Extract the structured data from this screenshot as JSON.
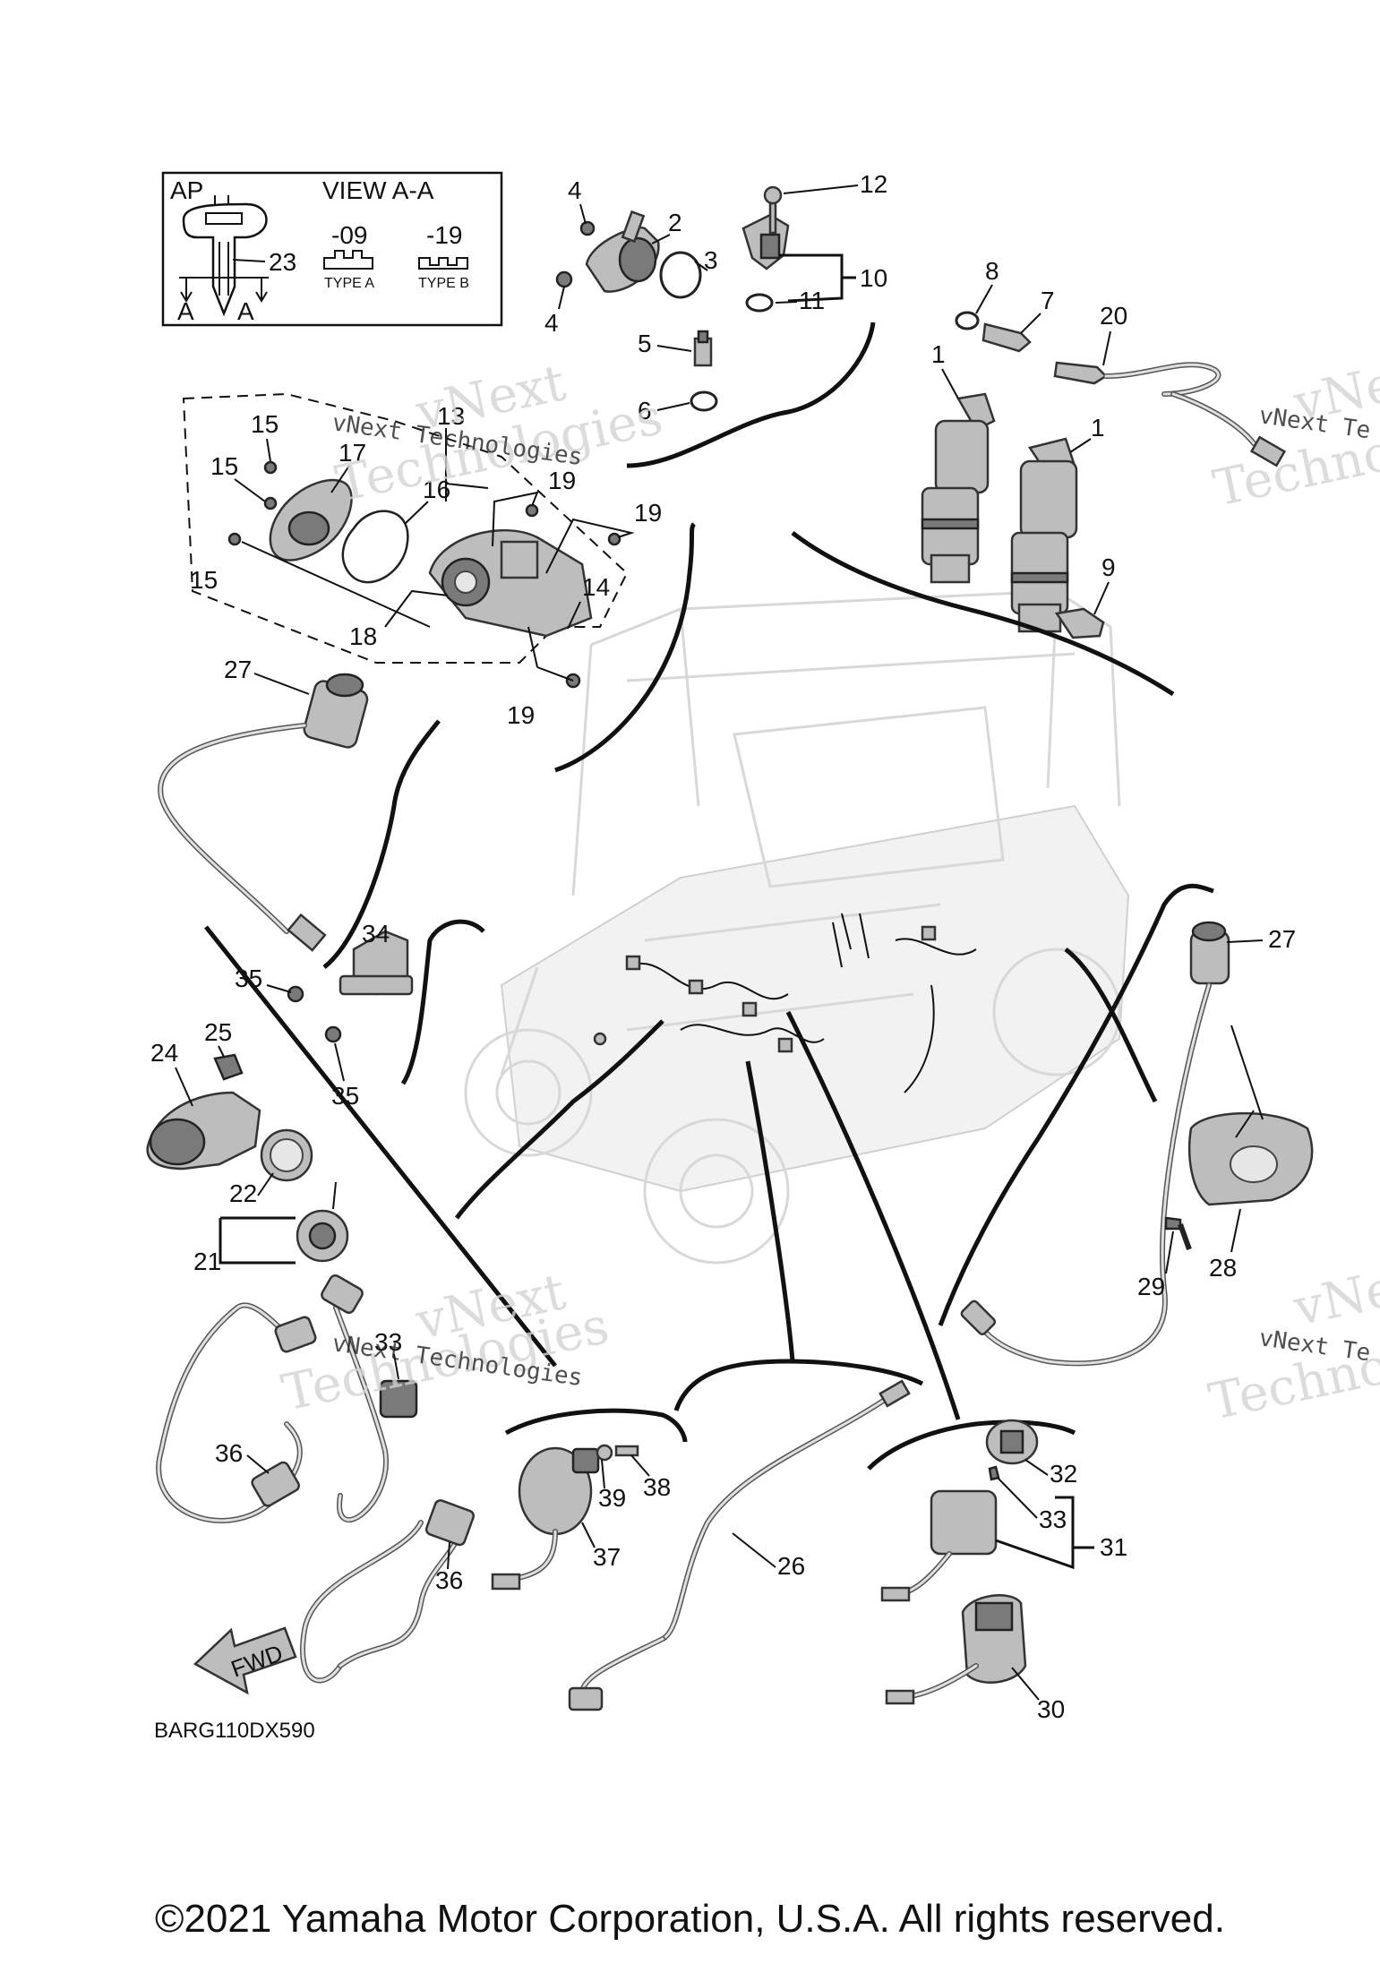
{
  "inset": {
    "title": "AP",
    "view_label": "VIEW A-A",
    "type_a_code": "-09",
    "type_b_code": "-19",
    "type_a_label": "TYPE A",
    "type_b_label": "TYPE B",
    "section_marker": "A",
    "key_callout": "23"
  },
  "watermarks": {
    "brand_line_1": "vNext",
    "brand_line_2": "Technologies",
    "brand_full": "vNext Technologies",
    "brand_clip_1": "vNext",
    "brand_clip_2": "Techno",
    "brand_clip_3": "vNext Te"
  },
  "callouts": {
    "c1": "1",
    "c2": "2",
    "c3": "3",
    "c4": "4",
    "c5": "5",
    "c6": "6",
    "c7": "7",
    "c8": "8",
    "c9": "9",
    "c10": "10",
    "c11": "11",
    "c12": "12",
    "c13": "13",
    "c14": "14",
    "c15": "15",
    "c16": "16",
    "c17": "17",
    "c18": "18",
    "c19": "19",
    "c20": "20",
    "c21": "21",
    "c22": "22",
    "c24": "24",
    "c25": "25",
    "c26": "26",
    "c27": "27",
    "c28": "28",
    "c29": "29",
    "c30": "30",
    "c31": "31",
    "c32": "32",
    "c33": "33",
    "c34": "34",
    "c35": "35",
    "c36": "36",
    "c37": "37",
    "c38": "38",
    "c39": "39"
  },
  "fwd_arrow_label": "FWD",
  "diagram_code": "BARG110DX590",
  "copyright": "©2021 Yamaha Motor Corporation, U.S.A. All rights reserved."
}
